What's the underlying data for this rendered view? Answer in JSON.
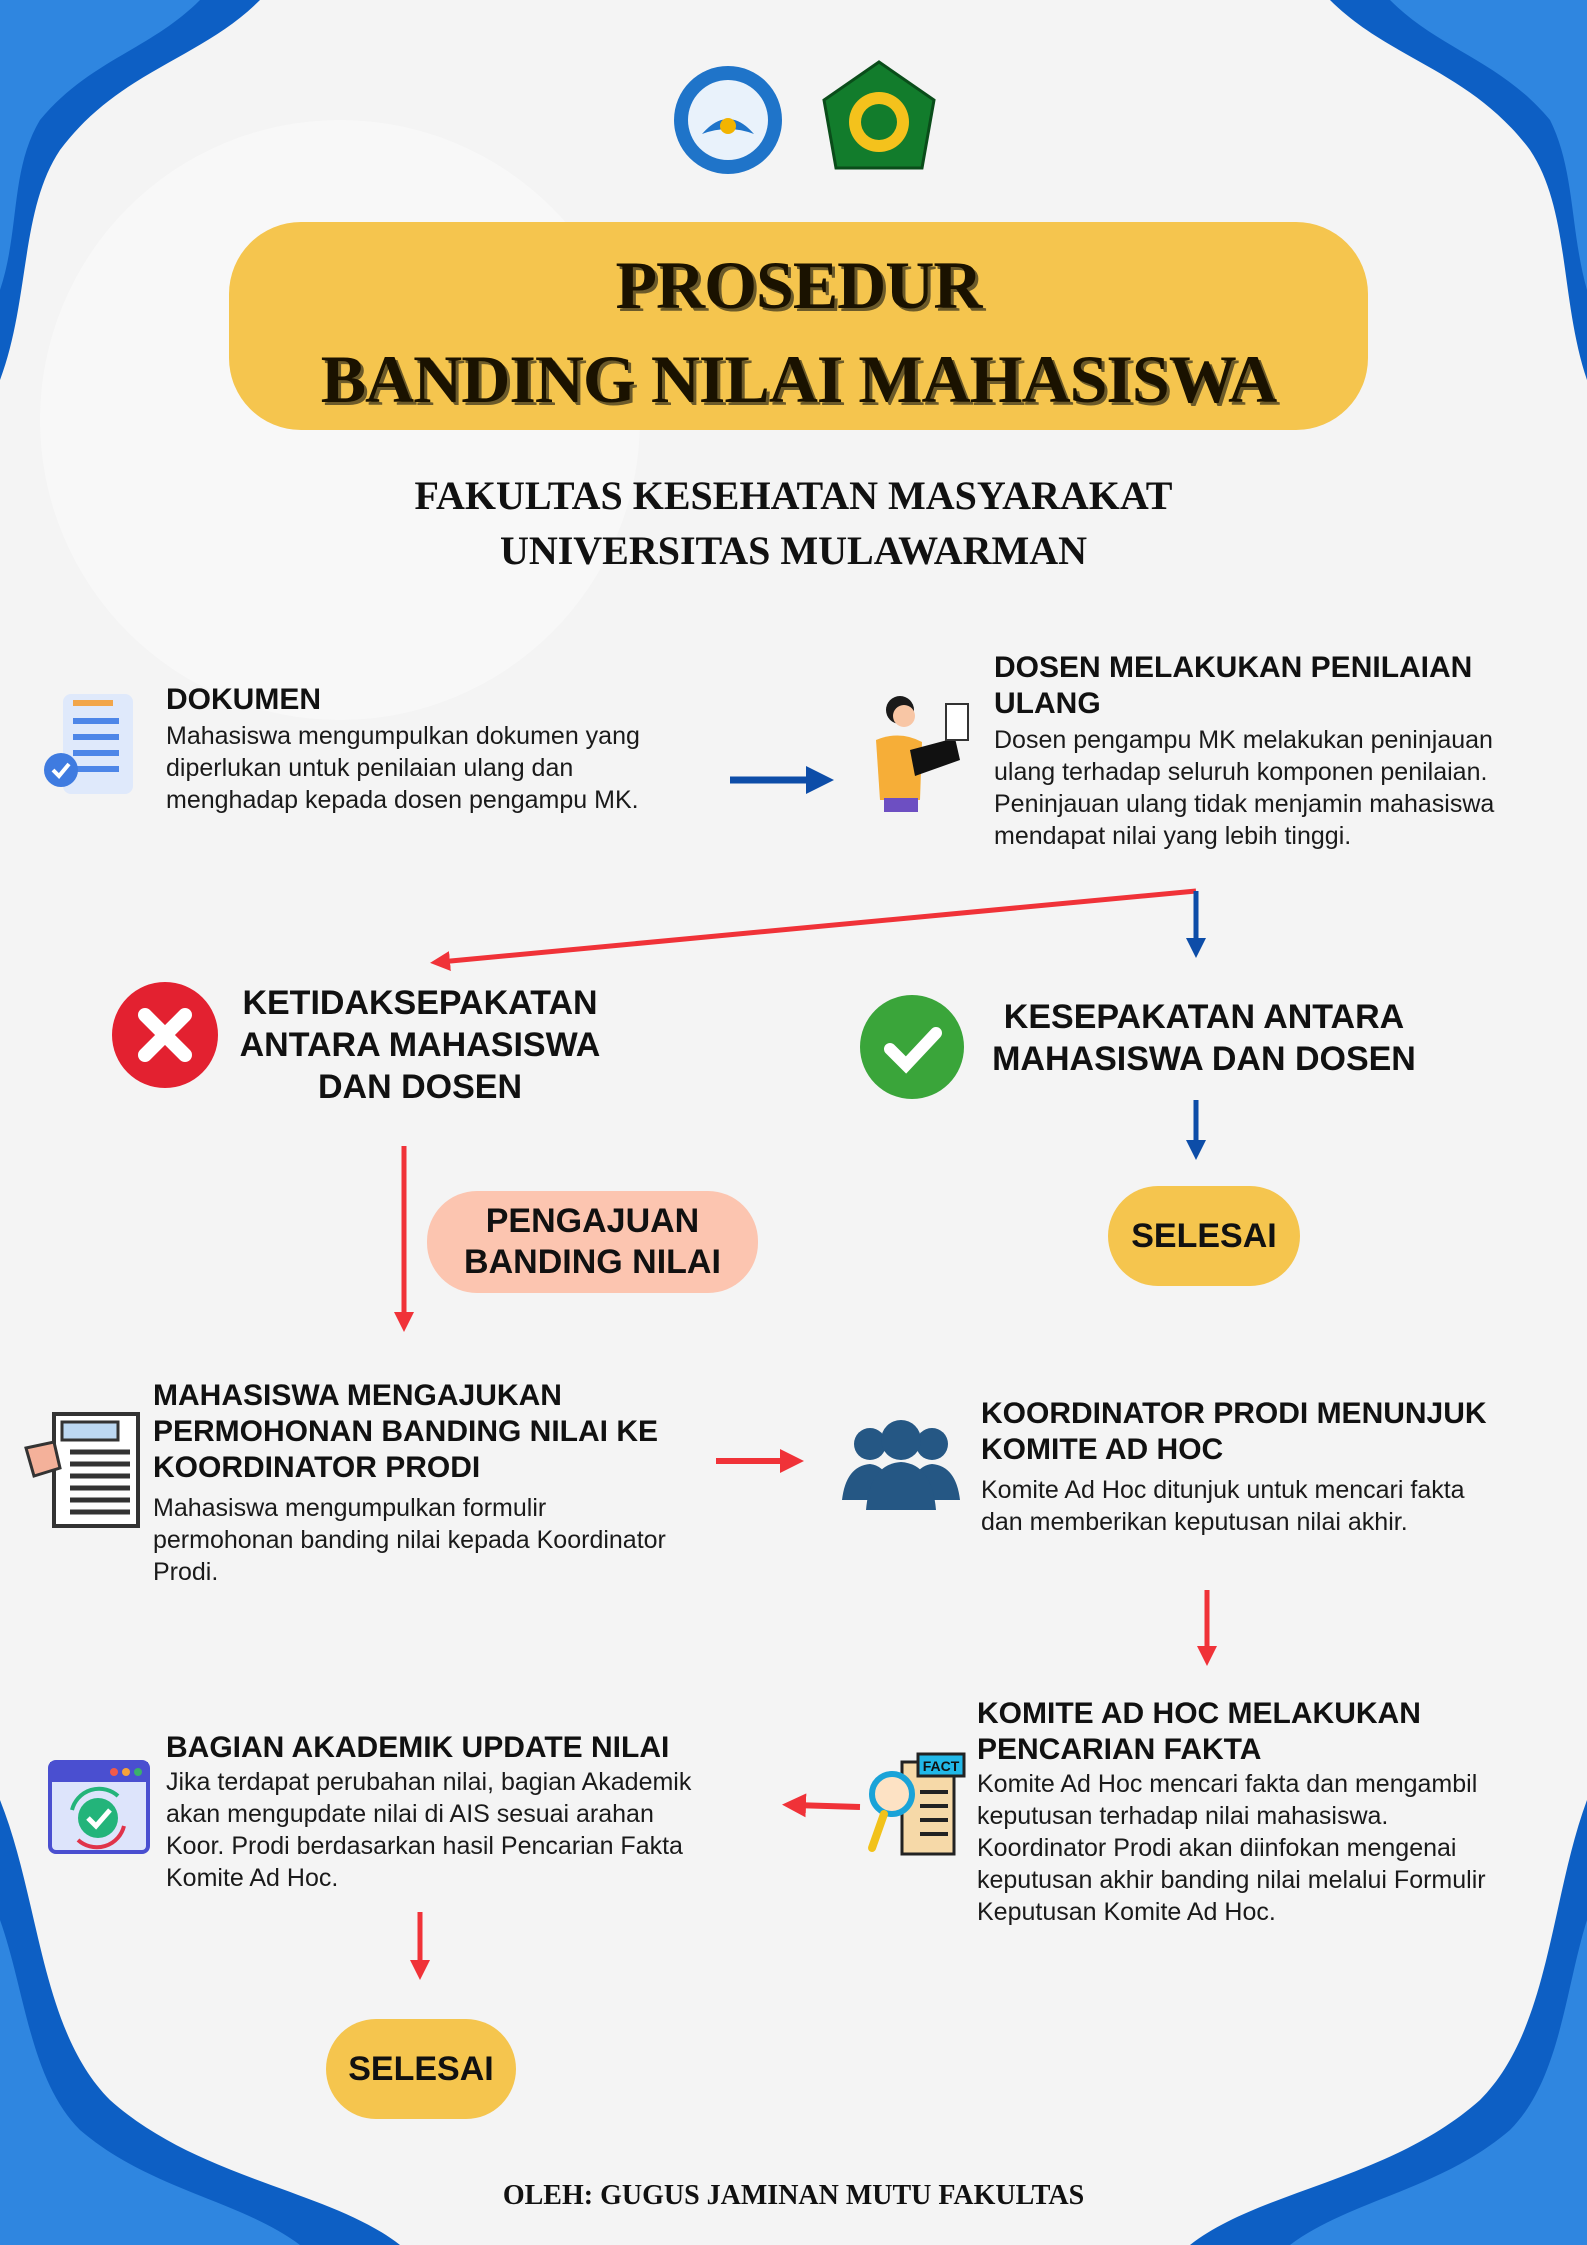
{
  "header": {
    "logo_left": "Tut Wuri Handayani",
    "logo_right": "Universitas Mulawarman",
    "title_line1": "PROSEDUR",
    "title_line2": "BANDING NILAI MAHASISWA",
    "subtitle_line1": "FAKULTAS KESEHATAN MASYARAKAT",
    "subtitle_line2": "UNIVERSITAS MULAWARMAN"
  },
  "steps": {
    "dokumen": {
      "title": "DOKUMEN",
      "lines": [
        "Mahasiswa mengumpulkan dokumen yang",
        "diperlukan untuk penilaian ulang dan",
        "menghadap kepada dosen pengampu MK."
      ]
    },
    "dosen": {
      "title_lines": [
        "DOSEN MELAKUKAN PENILAIAN",
        "ULANG"
      ],
      "lines": [
        "Dosen pengampu MK melakukan peninjauan",
        "ulang terhadap seluruh komponen penilaian.",
        "Peninjauan ulang tidak menjamin mahasiswa",
        "mendapat nilai yang lebih tinggi."
      ]
    },
    "disagree": {
      "lines": [
        "KETIDAKSEPAKATAN",
        "ANTARA MAHASISWA",
        "DAN DOSEN"
      ]
    },
    "agree": {
      "lines": [
        "KESEPAKATAN ANTARA",
        "MAHASISWA DAN DOSEN"
      ]
    },
    "selesai_1": "SELESAI",
    "pengajuan": {
      "lines": [
        "PENGAJUAN",
        "BANDING NILAI"
      ]
    },
    "mahasiswa": {
      "title_lines": [
        "MAHASISWA MENGAJUKAN",
        "PERMOHONAN BANDING NILAI KE",
        "KOORDINATOR PRODI"
      ],
      "lines": [
        "Mahasiswa mengumpulkan formulir",
        "permohonan banding nilai kepada Koordinator",
        "Prodi."
      ]
    },
    "koordinator": {
      "title_lines": [
        "KOORDINATOR PRODI MENUNJUK",
        "KOMITE AD HOC"
      ],
      "lines": [
        "Komite Ad Hoc ditunjuk untuk mencari fakta",
        "dan memberikan keputusan nilai akhir."
      ]
    },
    "komite": {
      "title_lines": [
        "KOMITE AD HOC MELAKUKAN",
        "PENCARIAN FAKTA"
      ],
      "lines": [
        "Komite Ad Hoc mencari fakta dan mengambil",
        "keputusan terhadap nilai mahasiswa.",
        "Koordinator Prodi akan diinfokan mengenai",
        "keputusan akhir banding nilai melalui Formulir",
        "Keputusan Komite Ad Hoc."
      ],
      "icon_label": "FACT"
    },
    "akademik": {
      "title": "BAGIAN AKADEMIK UPDATE NILAI",
      "lines": [
        "Jika terdapat perubahan nilai, bagian Akademik",
        "akan mengupdate nilai di AIS sesuai arahan",
        "Koor. Prodi berdasarkan hasil Pencarian Fakta",
        "Komite Ad Hoc."
      ]
    },
    "selesai_2": "SELESAI"
  },
  "footer": "OLEH: GUGUS JAMINAN MUTU FAKULTAS",
  "colors": {
    "yellow": "#f5c54e",
    "peach": "#fcc5b0",
    "blue_arrow": "#0d4da8",
    "red_arrow": "#f03238",
    "corner_blue": "#1a6fd0"
  }
}
